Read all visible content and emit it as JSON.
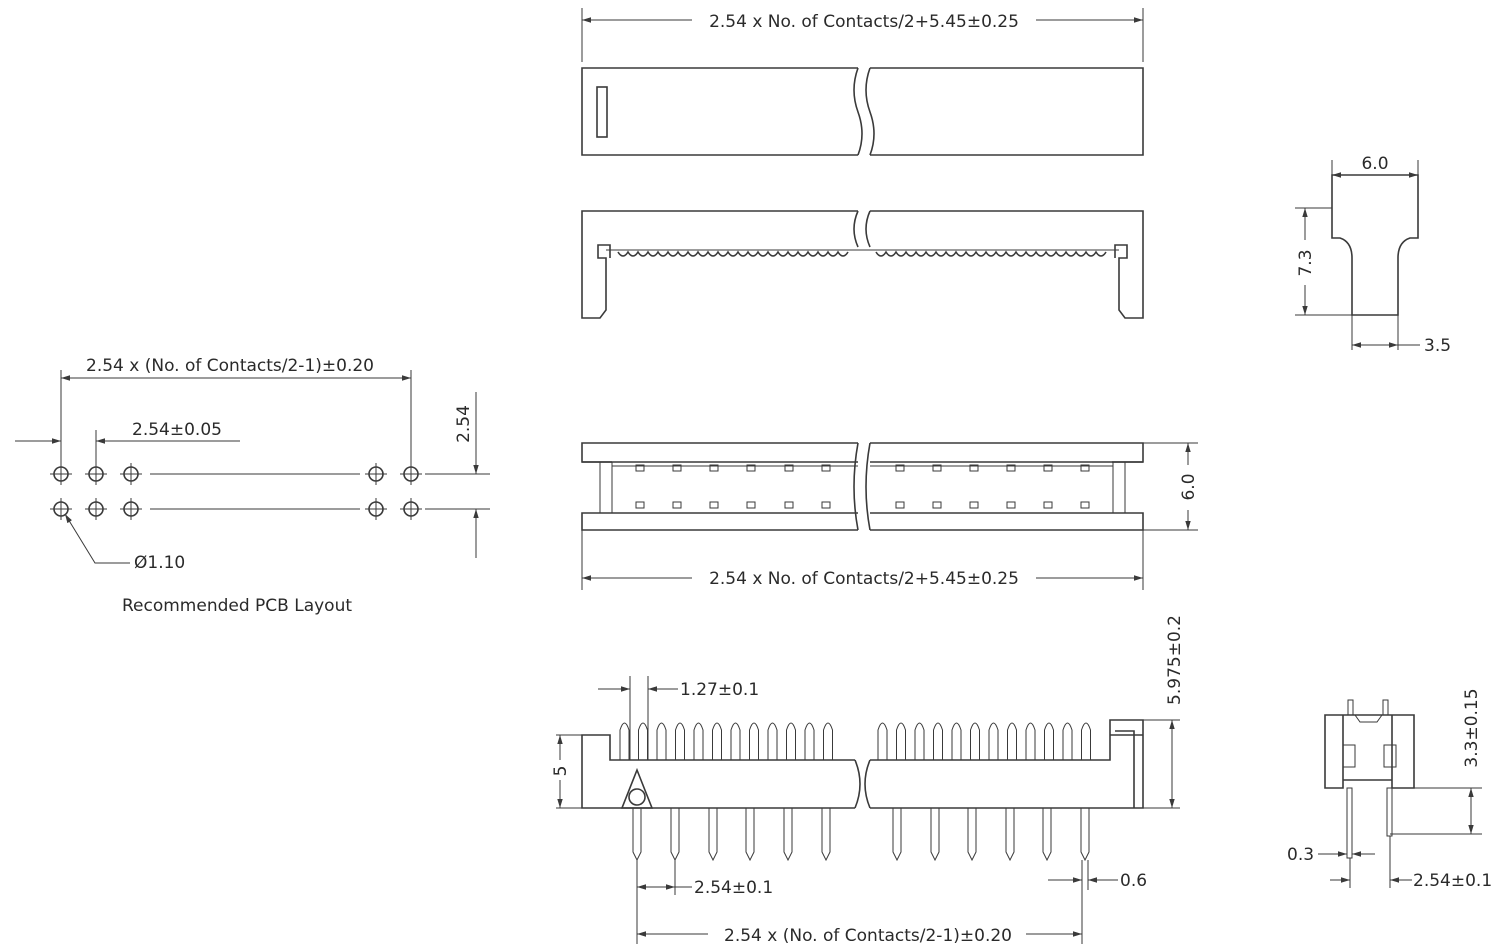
{
  "top_view": {
    "width_dim": "2.54 x No. of Contacts/2+5.45±0.25"
  },
  "end_view_top": {
    "width_dim": "6.0",
    "height_dim": "7.3",
    "neck_dim": "3.5"
  },
  "bottom_view": {
    "width_dim": "2.54 x No. of Contacts/2+5.45±0.25",
    "height_dim": "6.0"
  },
  "pcb_layout": {
    "span_dim": "2.54 x (No. of Contacts/2-1)±0.20",
    "pitch_dim": "2.54±0.05",
    "row_dim": "2.54",
    "hole_dim": "Ø1.10",
    "caption": "Recommended PCB Layout"
  },
  "front_view": {
    "slot_dim": "1.27±0.1",
    "total_height_dim": "5.975±0.2",
    "body_height_dim": "5",
    "pin_pitch_dim": "2.54±0.1",
    "pin_width_dim": "0.6",
    "span_dim": "2.54 x (No. of Contacts/2-1)±0.20"
  },
  "end_view_bottom": {
    "pin_length_dim": "3.3±0.15",
    "pin_thickness_dim": "0.3",
    "row_pitch_dim": "2.54±0.1"
  }
}
